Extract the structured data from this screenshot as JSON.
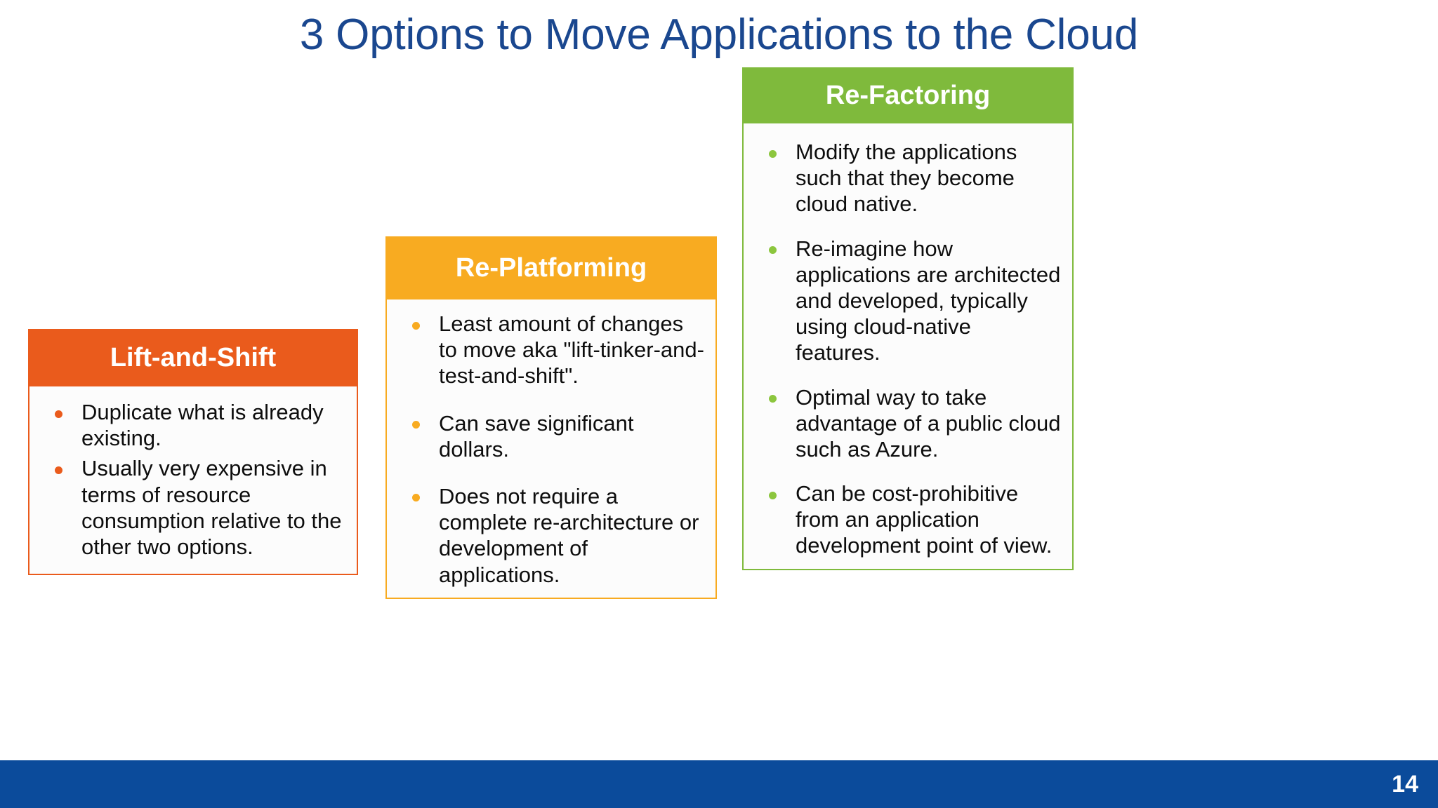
{
  "slide": {
    "title": "3 Options to Move Applications to the Cloud",
    "title_color": "#1A478F",
    "background_color": "#FFFFFF",
    "number": "14",
    "footer_color": "#0B4B9B"
  },
  "columns": [
    {
      "id": "lift-and-shift",
      "header": "Lift-and-Shift",
      "accent": "#EA5B1C",
      "bullets": [
        "Duplicate what is already existing.",
        "Usually very expensive in terms of resource consumption relative to the other two options."
      ]
    },
    {
      "id": "re-platforming",
      "header": "Re-Platforming",
      "accent": "#F8AB21",
      "bullets": [
        "Least amount of changes to move aka \"lift-tinker-and-test-and-shift\".",
        "Can save significant dollars.",
        "Does not require a complete re-architecture or development of applications."
      ]
    },
    {
      "id": "re-factoring",
      "header": "Re-Factoring",
      "accent": "#7FBA3C",
      "bullets": [
        "Modify the applications such that they become cloud native.",
        "Re-imagine how applications are architected and developed, typically using cloud-native features.",
        "Optimal way to take advantage of a public cloud such as Azure.",
        "Can be cost-prohibitive from an application development point of view."
      ]
    }
  ]
}
